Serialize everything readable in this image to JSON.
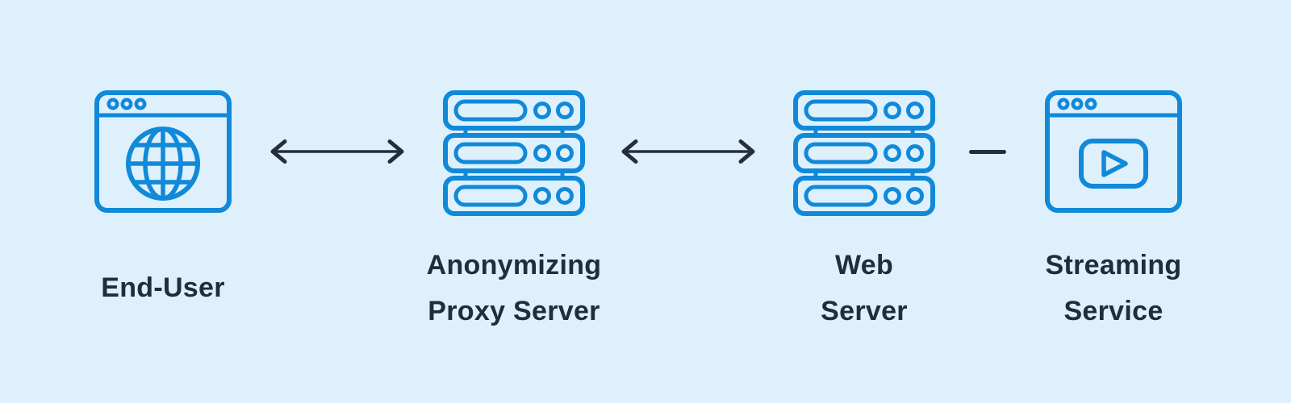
{
  "colors": {
    "background": "#def0fc",
    "icon-blue": "#1189d9",
    "text-navy": "#212c3e",
    "connector-dark": "#232e40"
  },
  "nodes": [
    {
      "id": "end-user",
      "icon": "browser-globe-icon",
      "label1": "End-User",
      "label2": ""
    },
    {
      "id": "anonymizing-proxy-server",
      "icon": "server-stack-icon",
      "label1": "Anonymizing",
      "label2": "Proxy Server"
    },
    {
      "id": "web-server",
      "icon": "server-stack-icon",
      "label1": "Web",
      "label2": "Server"
    },
    {
      "id": "streaming-service",
      "icon": "browser-video-player-icon",
      "label1": "Streaming",
      "label2": "Service"
    }
  ],
  "connectors": [
    {
      "id": "end-user-to-proxy",
      "type": "double-headed-arrow"
    },
    {
      "id": "proxy-to-web-server",
      "type": "double-headed-arrow"
    },
    {
      "id": "web-server-to-streaming",
      "type": "dash"
    }
  ]
}
